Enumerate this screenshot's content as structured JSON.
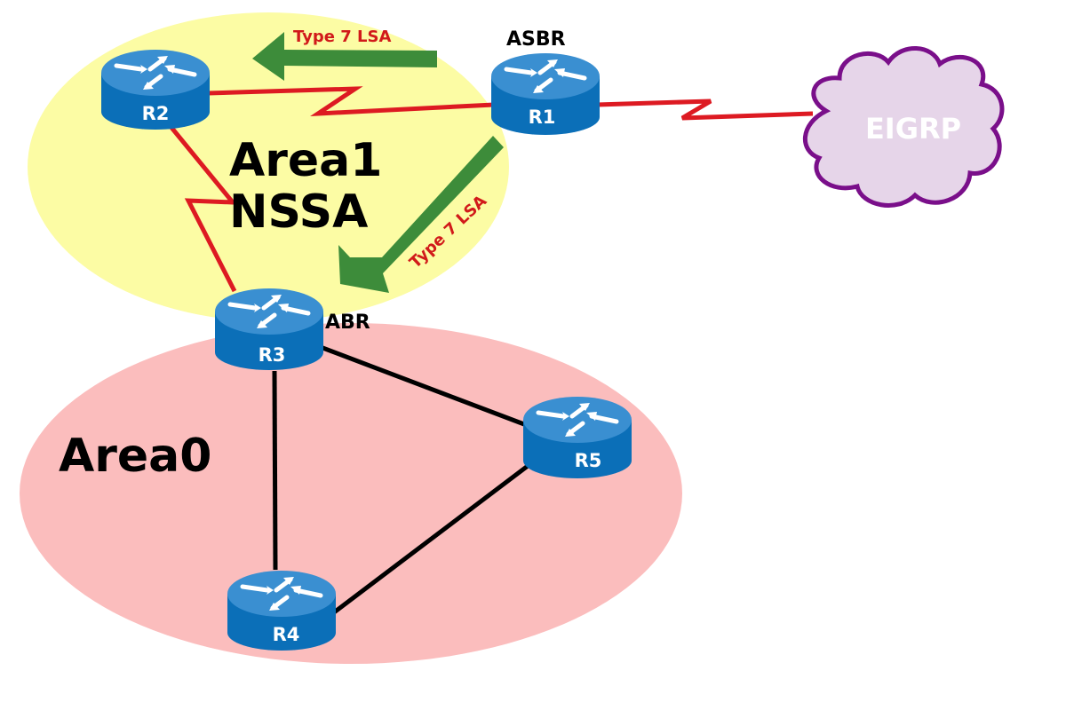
{
  "areas": {
    "area1": {
      "line1": "Area1",
      "line2": "NSSA"
    },
    "area0": {
      "label": "Area0"
    }
  },
  "roles": {
    "asbr": "ASBR",
    "abr": "ABR"
  },
  "lsa": {
    "top": "Type 7 LSA",
    "diagonal": "Type 7 LSA"
  },
  "routers": {
    "r1": "R1",
    "r2": "R2",
    "r3": "R3",
    "r4": "R4",
    "r5": "R5"
  },
  "cloud": {
    "label": "EIGRP"
  },
  "colors": {
    "area1_fill": "#fcfca4",
    "area0_fill": "#fbbdbd",
    "serial_link": "#dd1a22",
    "ethernet_link": "#000000",
    "arrow": "#3d8c3a",
    "lsa_text": "#d11a1a",
    "router_top": "#3a8fd1",
    "router_body": "#0b6fb8",
    "cloud_fill": "#e6d5e9",
    "cloud_stroke": "#7a0f8a"
  }
}
